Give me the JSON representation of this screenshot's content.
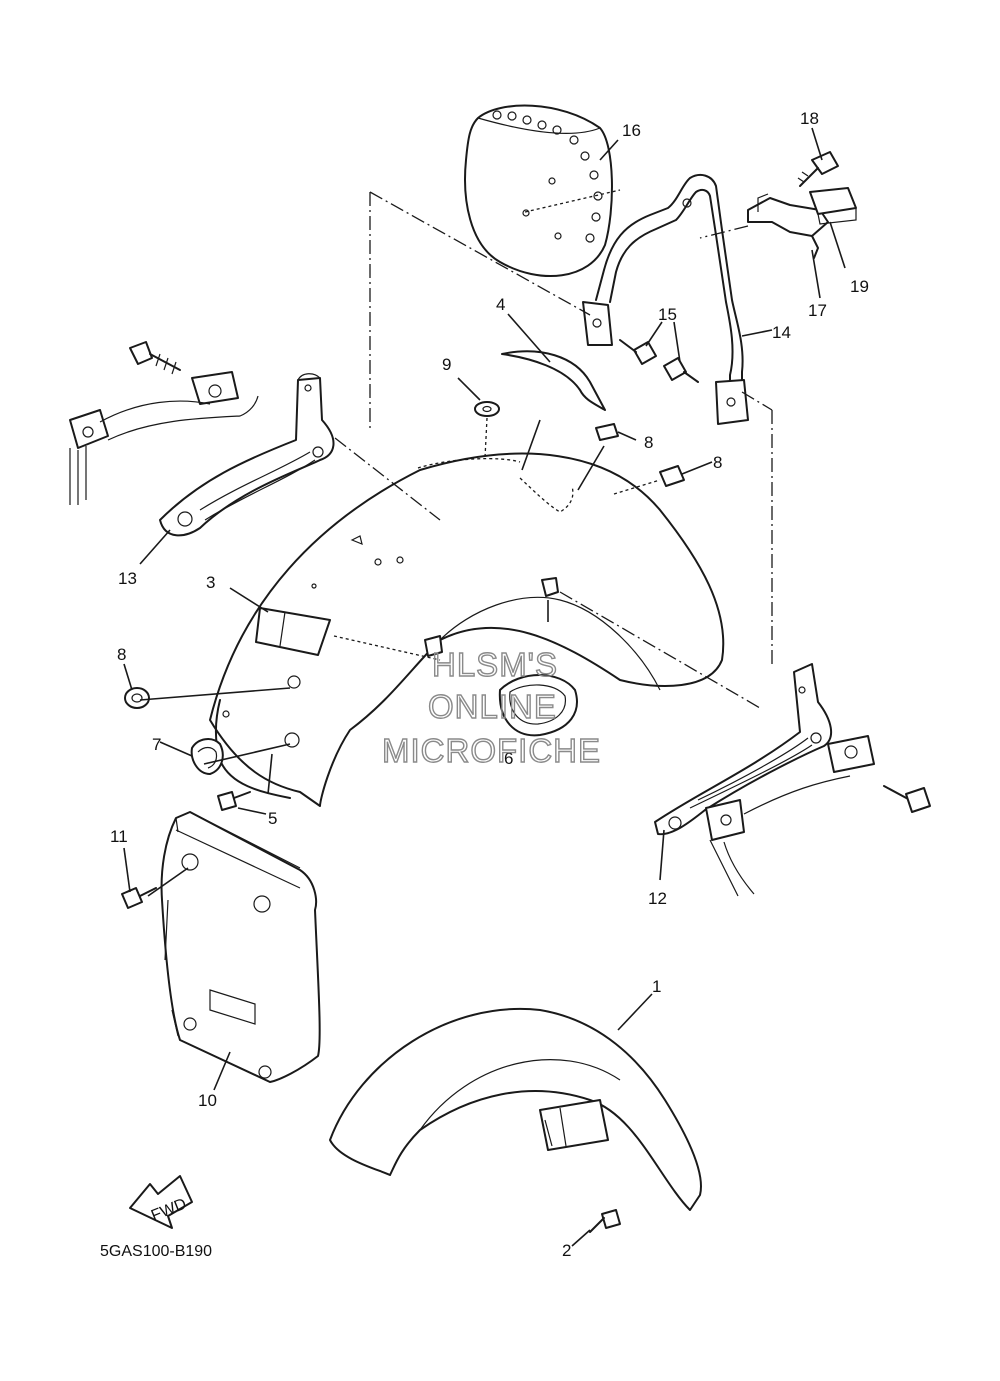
{
  "diagram_code": "5GAS100-B190",
  "fwd_label": "FWD",
  "watermark": [
    "HLSM'S",
    "ONLINE",
    "MICROFICHE"
  ],
  "callouts": {
    "c1": "1",
    "c2": "2",
    "c3": "3",
    "c4": "4",
    "c5": "5",
    "c6": "6",
    "c7": "7",
    "c8a": "8",
    "c8b": "8",
    "c8c": "8",
    "c9": "9",
    "c10": "10",
    "c11": "11",
    "c12": "12",
    "c13": "13",
    "c14": "14",
    "c15": "15",
    "c16": "16",
    "c17": "17",
    "c18": "18",
    "c19": "19"
  },
  "colors": {
    "line": "#1a1a1a",
    "watermark": "#8a8a8a",
    "background": "#ffffff"
  }
}
